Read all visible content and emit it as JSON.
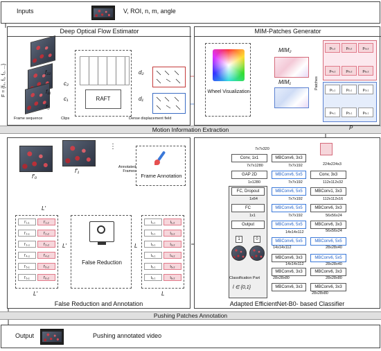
{
  "inputs": {
    "label": "Inputs",
    "params": "V, ROI, n, m, angle"
  },
  "flow": {
    "title": "Deep Optical Flow Estimator",
    "frame_eq": "F = {f₀, f₁, f₂, ...}",
    "frame_labels": [
      "f₀",
      "f₁₁",
      "f₂₂"
    ],
    "clip_labels": [
      "c₁",
      "c₂"
    ],
    "raft": "RAFT",
    "disp_labels": [
      "d₁",
      "d₂"
    ],
    "frame_seq": "Frame sequence",
    "clips": "Clips",
    "dense": "Dense displacement field"
  },
  "mim": {
    "title": "MIM-Patches Generator",
    "wheel": "Wheel Visualization",
    "mim_labels": [
      "MIM₂",
      "MIM₁"
    ],
    "patches": "Patches",
    "grid_top": [
      "p₁,₂",
      "p₂,₂",
      "p₃,₂",
      "p₄,₂",
      "p₅,₂",
      "p₆,₂"
    ],
    "grid_bottom": [
      "p₁,₁",
      "p₂,₁",
      "p₃,₁",
      "p₄,₁",
      "p₅,₁",
      "p₆,₁"
    ]
  },
  "motion_band": "Motion Information Extraction",
  "p_label": "P",
  "annotation": {
    "frame_annotation": "Frame Annotation",
    "annotated_frames": "Annotated Frames",
    "f0": "f′₀",
    "f1": "f′₁",
    "dots": "⋮",
    "false_reduction": "False Reduction",
    "Lp": "L′",
    "L": "L",
    "l": "l",
    "left_list": [
      "l′₁,₁",
      "l′₂,₁",
      "l′₃,₁",
      "l′₄,₁",
      "l′₅,₁",
      "l′₆,₁"
    ],
    "left_list2": [
      "l′₁,₂",
      "l′₂,₂",
      "l′₃,₂",
      "l′₄,₂",
      "l′₅,₂",
      "l′₆,₂"
    ],
    "right_list": [
      "l₁,₁",
      "l₂,₁",
      "l₃,₁",
      "l₄,₁",
      "l₅,₁",
      "l₆,₁"
    ],
    "right_list2": [
      "l₁,₂",
      "l₂,₂",
      "l₃,₂",
      "l₄,₂",
      "l₅,₂",
      "l₆,₂"
    ],
    "section": "False Reduction and Annotation"
  },
  "classifier": {
    "section": "Adapted EfficientNet-B0- based Classifier",
    "left_nodes": [
      "Conv, 1x1",
      "GAP 2D",
      "FC, Dropout",
      "FC",
      "Output"
    ],
    "left_dims": [
      "7x7x320",
      "7x7x1280",
      "1x1280",
      "1x64",
      "1x1",
      ""
    ],
    "classification": "Classification Part",
    "l_set": "l ∈ {0,1}",
    "class_labels": [
      "1",
      "0"
    ],
    "mid_nodes": [
      "MBConv6, 3x3",
      "MBConv6, 5x5",
      "MBConv6, 5x5",
      "MBConv6, 5x5",
      "MBConv6, 5x5",
      "MBConv6, 5x5",
      "MBConv6, 3x3",
      "MBConv6, 3x3",
      "MBConv6, 3x3",
      "MBConv6, 3x3"
    ],
    "mid_dims": [
      "7x7x192",
      "7x7x192",
      "7x7x192",
      "7x7x192",
      "14x14x112",
      "14x14x112",
      "14x14x112",
      "28x28x80",
      "28x28x80"
    ],
    "right_nodes": [
      "Conv, 3x3",
      "MBConv1, 3x3",
      "MBConv6, 3x3",
      "MBConv6, 3x3",
      "MBConv6, 5x5",
      "MBConv6, 5x5",
      "MBConv6, 3x3",
      "MBConv6, 3x3"
    ],
    "right_dims": [
      "224x224x3",
      "112x112x32",
      "112x112x16",
      "56x56x24",
      "56x56x24",
      "28x28x40",
      "28x28x40",
      "28x28x80"
    ]
  },
  "push_band": "Pushing Patches Annotation",
  "output": {
    "label": "Output",
    "text": "Pushing annotated video"
  }
}
